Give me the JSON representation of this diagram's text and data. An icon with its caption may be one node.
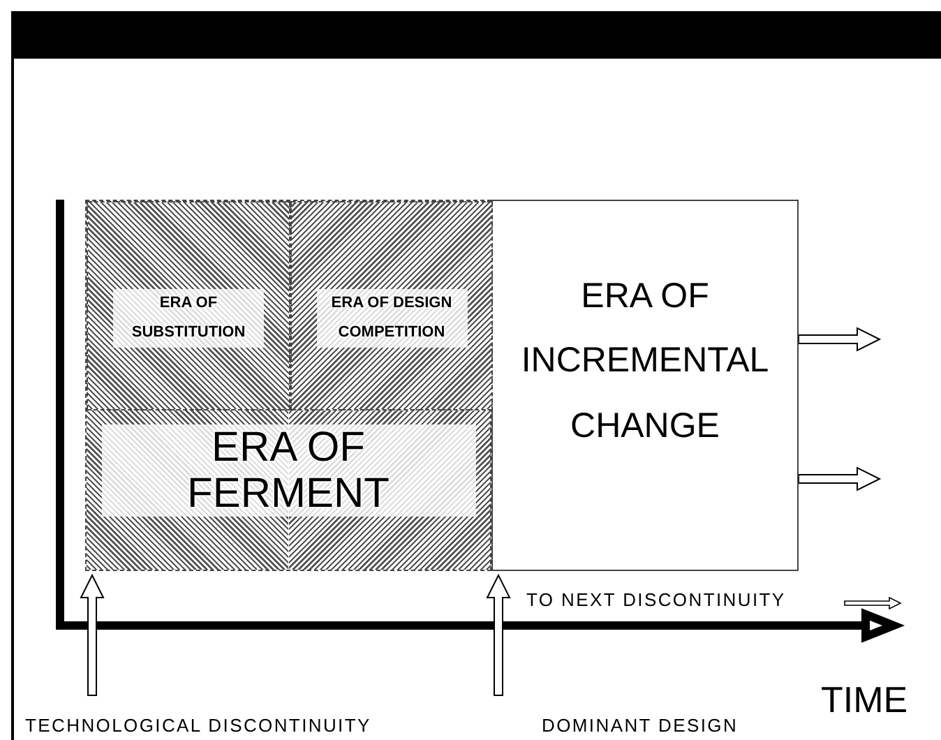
{
  "diagram": {
    "nodes": [
      {
        "text": [
          "ERA OF FERMENT"
        ]
      },
      {
        "text": [
          "ERA OF SUBSTITUTION"
        ],
        "in": 0
      },
      {
        "text": [
          "ERA OF DESIGN COMPETITION"
        ],
        "in": 0
      },
      {
        "text": [
          "ERA OF INCREMENTAL CHANGE"
        ]
      },
      {
        "text": [
          "TECHNOLOGICAL DISCONTINUITY"
        ]
      },
      {
        "text": [
          "DOMINANT DESIGN"
        ]
      }
    ],
    "edges": [
      {
        "from": 4,
        "to": 0,
        "arrow": "to"
      },
      {
        "from": 5,
        "to": 3,
        "arrow": "to"
      },
      {
        "from": 3,
        "to": null,
        "arrow": "to"
      },
      {
        "from": 3,
        "to": null,
        "arrow": "to"
      }
    ],
    "labels": [
      "TO NEXT DISCONTINUITY",
      "TIME"
    ]
  }
}
